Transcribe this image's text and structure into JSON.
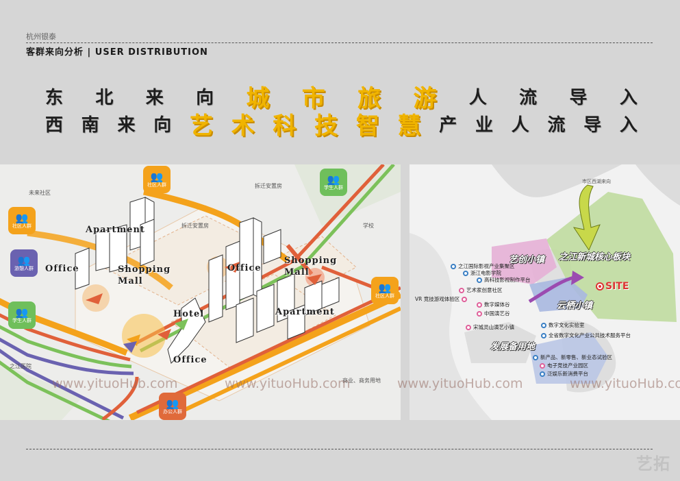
{
  "header": {
    "brand": "杭州银泰",
    "section_title": "客群来向分析 | USER DISTRIBUTION"
  },
  "headline": {
    "line1": {
      "chars": [
        "东",
        "北",
        "来",
        "向",
        "城",
        "市",
        "旅",
        "游",
        "人",
        "流",
        "导",
        "入"
      ],
      "highlight": [
        4,
        5,
        6,
        7
      ]
    },
    "line2": {
      "chars": [
        "西",
        "南",
        "来",
        "向",
        "艺",
        "术",
        "科",
        "技",
        "智",
        "慧",
        "产",
        "业",
        "人",
        "流",
        "导",
        "入"
      ],
      "highlight": [
        4,
        5,
        6,
        7,
        8,
        9
      ]
    },
    "highlight_color": "#f0b400"
  },
  "left_map": {
    "place_labels": [
      "未来社区",
      "拆迁安置房",
      "拆迁安置房",
      "学校",
      "之江医院",
      "商业、商务用地"
    ],
    "badges": [
      {
        "label": "社区人群",
        "color": "#f4a21b",
        "icon": "people-icon"
      },
      {
        "label": "学生人群",
        "color": "#6fbf5b",
        "icon": "people-icon"
      },
      {
        "label": "社区人群",
        "color": "#f4a21b",
        "icon": "people-icon"
      },
      {
        "label": "游憩人群",
        "color": "#6a62b0",
        "icon": "people-icon"
      },
      {
        "label": "学生人群",
        "color": "#6fbf5b",
        "icon": "people-icon"
      },
      {
        "label": "社区人群",
        "color": "#f4a21b",
        "icon": "people-icon"
      },
      {
        "label": "办公人群",
        "color": "#e06a3a",
        "icon": "people-icon"
      }
    ],
    "building_labels": [
      "Apartment",
      "Shopping Mall",
      "Office",
      "Shopping Mall",
      "Office",
      "Hotel",
      "Apartment",
      "Office"
    ],
    "route_colors": {
      "orange": "#f4a21b",
      "red": "#e0603a",
      "green": "#7cc15a",
      "purple": "#6a62b0"
    }
  },
  "right_map": {
    "top_label": "市区西湖来向",
    "zones": [
      "艺创小镇",
      "之江新城核心板块",
      "云栖小镇",
      "发展备用地"
    ],
    "site_label": "SITE",
    "tags": [
      {
        "text": "之江国际影视产业集聚区",
        "type": "blue"
      },
      {
        "text": "浙江电影学院",
        "type": "blue"
      },
      {
        "text": "高科技影视制作平台",
        "type": "blue"
      },
      {
        "text": "艺术家创意社区",
        "type": "pink"
      },
      {
        "text": "VR 竞技游戏体验区",
        "type": "pink"
      },
      {
        "text": "数字媒体谷",
        "type": "pink"
      },
      {
        "text": "中国演艺谷",
        "type": "pink"
      },
      {
        "text": "宋城灵山演艺小镇",
        "type": "pink"
      },
      {
        "text": "数字文化实验室",
        "type": "blue"
      },
      {
        "text": "全省数字文化产业公共技术服务平台",
        "type": "blue"
      },
      {
        "text": "新产品、新零售、新业态试验区",
        "type": "blue"
      },
      {
        "text": "电子竞技产业园区",
        "type": "pink"
      },
      {
        "text": "泛娱乐新消费平台",
        "type": "blue"
      }
    ]
  },
  "watermark": "www.yituoHub.com",
  "corner_logo": "艺拓"
}
